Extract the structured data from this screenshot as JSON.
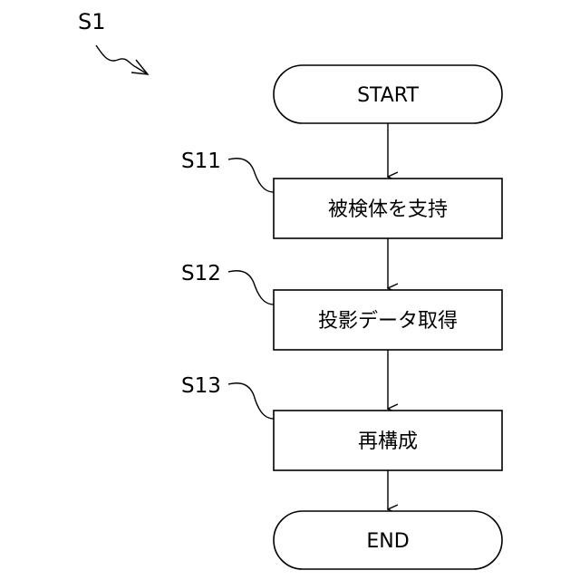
{
  "figure": {
    "label": "S1"
  },
  "flow": {
    "start": "START",
    "end": "END",
    "steps": [
      {
        "id": "S11",
        "text": "被検体を支持"
      },
      {
        "id": "S12",
        "text": "投影データ取得"
      },
      {
        "id": "S13",
        "text": "再構成"
      }
    ]
  },
  "colors": {
    "stroke": "#000000",
    "background": "#ffffff"
  }
}
